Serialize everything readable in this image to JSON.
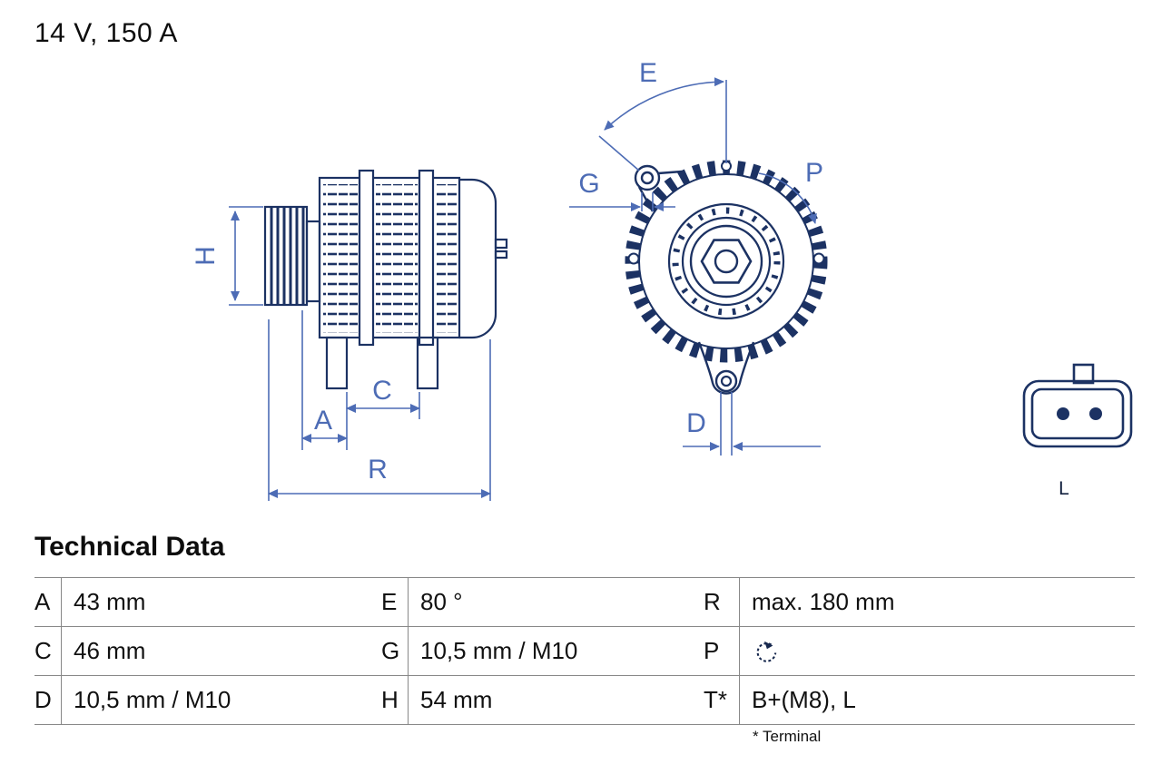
{
  "product": {
    "rating": "14 V, 150 A"
  },
  "drawing": {
    "dim_labels": {
      "H": "H",
      "A": "A",
      "C": "C",
      "R": "R",
      "E": "E",
      "G": "G",
      "P": "P",
      "D": "D"
    },
    "connector_label": "L",
    "colors": {
      "outline": "#1c3263",
      "dimension": "#4d6cb5"
    }
  },
  "technical_data": {
    "title": "Technical Data",
    "rows": [
      {
        "k1": "A",
        "v1": "43 mm",
        "k2": "E",
        "v2": "80 °",
        "k3": "R",
        "v3": "max. 180 mm"
      },
      {
        "k1": "C",
        "v1": "46 mm",
        "k2": "G",
        "v2": "10,5 mm / M10",
        "k3": "P",
        "v3": ""
      },
      {
        "k1": "D",
        "v1": "10,5 mm / M10",
        "k2": "H",
        "v2": "54 mm",
        "k3": "T*",
        "v3": "B+(M8), L"
      }
    ],
    "rotation_icon": "counterclockwise-rotation-arrow",
    "footnote": "* Terminal"
  }
}
